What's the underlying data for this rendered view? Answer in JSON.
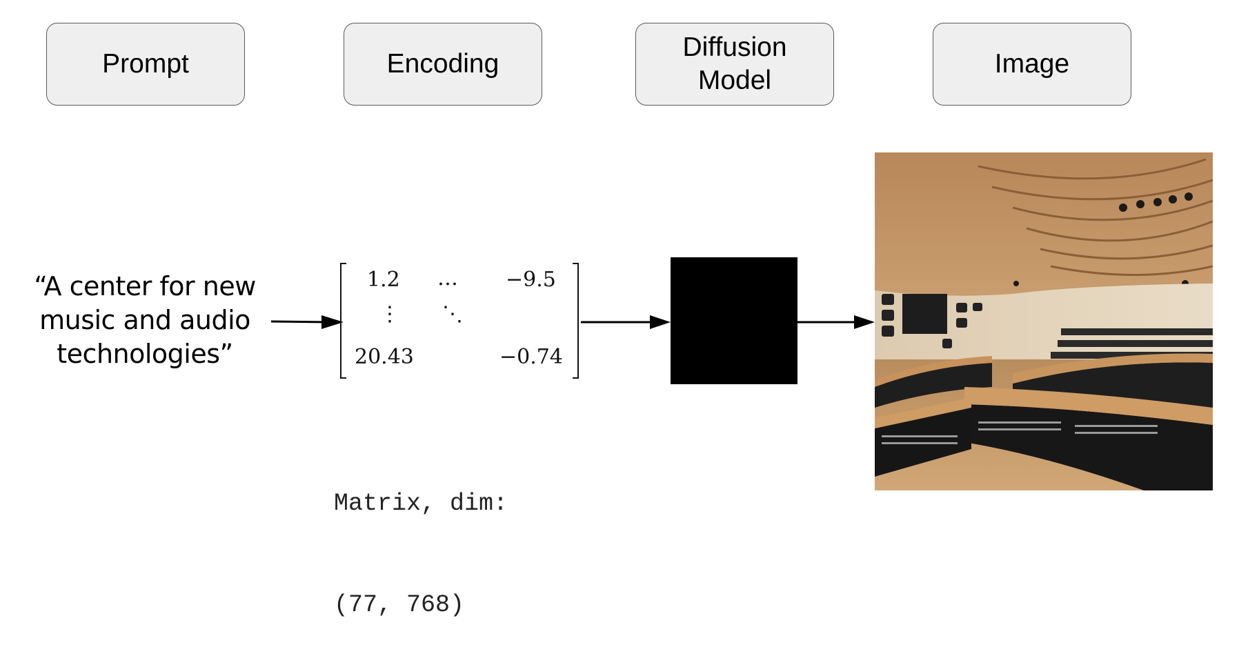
{
  "stages": {
    "prompt": "Prompt",
    "encoding": "Encoding",
    "diffusion_line1": "Diffusion",
    "diffusion_line2": "Model",
    "image": "Image"
  },
  "prompt_text": {
    "line1": "“A center for new",
    "line2": "music and audio",
    "line3": "technologies”"
  },
  "matrix": {
    "top_left": "1.2",
    "top_mid": "…",
    "top_right": "−9.5",
    "mid_left": "⋮",
    "mid_mid": "⋱",
    "bottom_left": "20.43",
    "bottom_right": "−0.74"
  },
  "matrix_caption": {
    "line1": "Matrix, dim:",
    "line2": "(77, 768)"
  },
  "colors": {
    "box_fill": "#efefef",
    "box_border": "#595959",
    "arrow": "#000000",
    "model_block": "#000000"
  }
}
